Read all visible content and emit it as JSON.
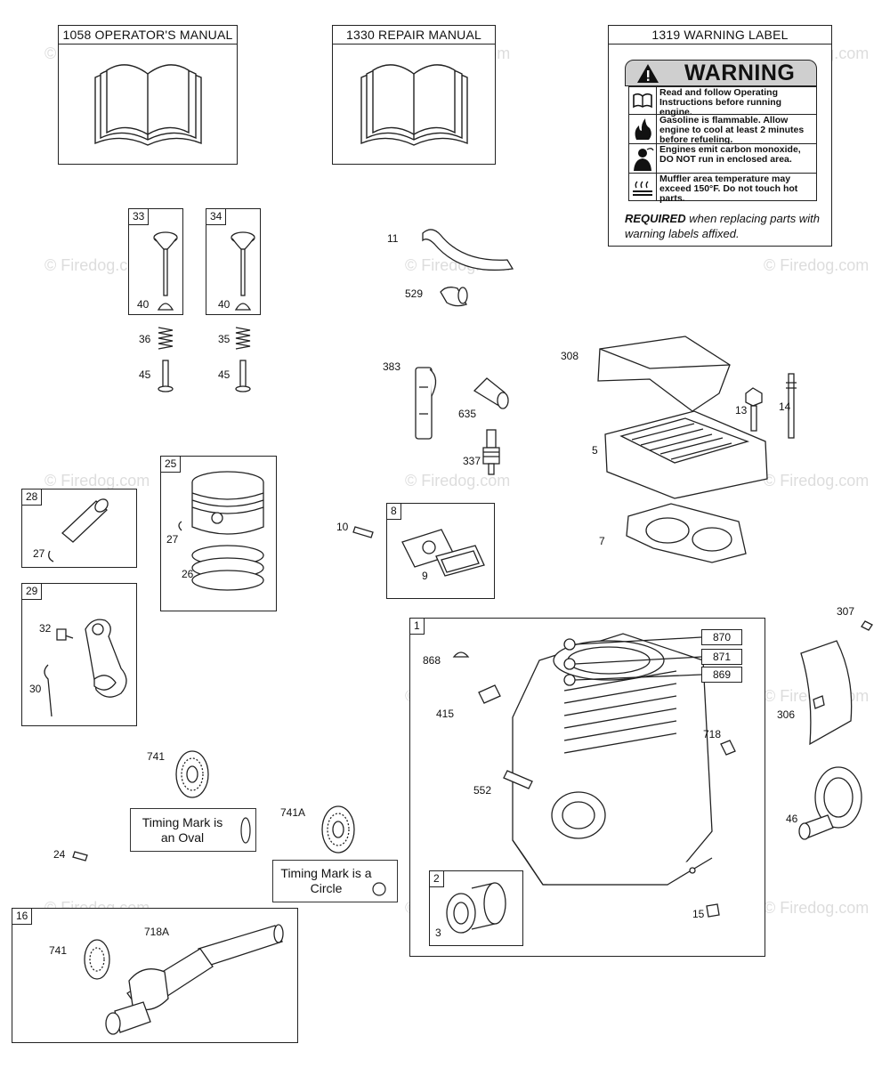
{
  "watermark": "© Firedog.com",
  "manuals": {
    "operators": "1058 OPERATOR'S MANUAL",
    "repair": "1330 REPAIR MANUAL",
    "warning_label": "1319 WARNING LABEL"
  },
  "warning": {
    "title": "WARNING",
    "rows": [
      "Read and follow Operating Instructions before running engine.",
      "Gasoline is flammable. Allow engine to cool at least 2 minutes before refueling.",
      "Engines emit carbon monoxide, DO NOT run in enclosed area.",
      "Muffler area temperature may exceed 150°F. Do not touch hot parts."
    ],
    "required_bold": "REQUIRED",
    "required_rest": " when replacing parts with warning labels affixed."
  },
  "notes": {
    "oval": "Timing Mark is an Oval",
    "circle": "Timing Mark is a Circle"
  },
  "labels": {
    "p33": "33",
    "p34": "34",
    "p40a": "40",
    "p40b": "40",
    "p36": "36",
    "p35": "35",
    "p45a": "45",
    "p45b": "45",
    "p11": "11",
    "p529": "529",
    "p383": "383",
    "p635": "635",
    "p337": "337",
    "p308": "308",
    "p13": "13",
    "p14": "14",
    "p5": "5",
    "p7": "7",
    "p25": "25",
    "p27a": "27",
    "p26": "26",
    "p28": "28",
    "p27b": "27",
    "p29": "29",
    "p32": "32",
    "p30": "30",
    "p8": "8",
    "p10": "10",
    "p9": "9",
    "p1": "1",
    "p868": "868",
    "p870": "870",
    "p871": "871",
    "p869": "869",
    "p415": "415",
    "p718": "718",
    "p552": "552",
    "p307": "307",
    "p306": "306",
    "p46": "46",
    "p2": "2",
    "p3": "3",
    "p15": "15",
    "p741a": "741",
    "p24": "24",
    "p741A": "741A",
    "p16": "16",
    "p741b": "741",
    "p718A": "718A"
  }
}
